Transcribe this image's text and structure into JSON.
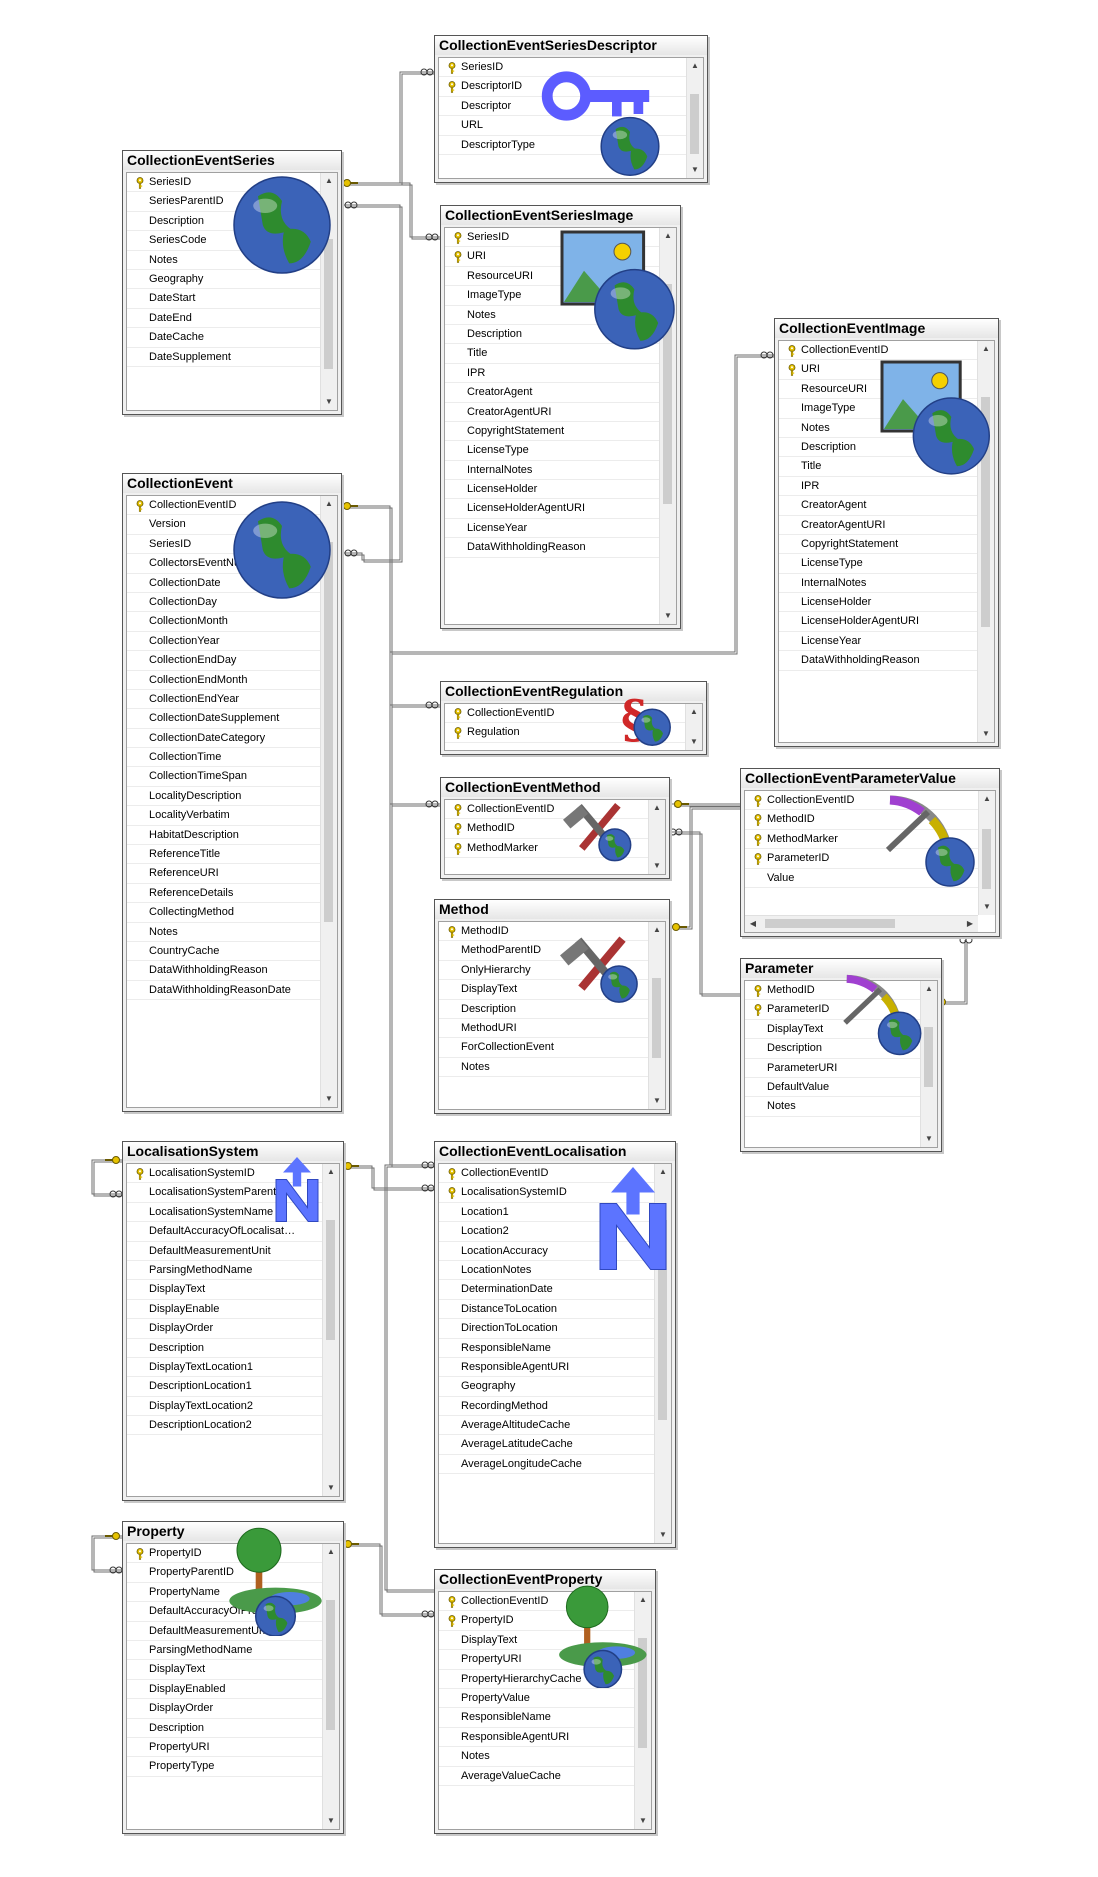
{
  "colors": {
    "key": "#e6c200",
    "globe_ocean": "#3b63b8",
    "globe_land": "#2e8b2e",
    "line": "#6e6e6e",
    "header_bg": "#e8e8e8"
  },
  "tables": [
    {
      "id": "ces",
      "title": "CollectionEventSeries",
      "icon": "globe-icon",
      "rows": [
        [
          "SeriesID",
          true
        ],
        [
          "SeriesParentID",
          false
        ],
        [
          "Description",
          false
        ],
        [
          "SeriesCode",
          false
        ],
        [
          "Notes",
          false
        ],
        [
          "Geography",
          false
        ],
        [
          "DateStart",
          false
        ],
        [
          "DateEnd",
          false
        ],
        [
          "DateCache",
          false
        ],
        [
          "DateSupplement",
          false
        ]
      ]
    },
    {
      "id": "cesd",
      "title": "CollectionEventSeriesDescriptor",
      "icon": "key-icon",
      "rows": [
        [
          "SeriesID",
          true
        ],
        [
          "DescriptorID",
          true
        ],
        [
          "Descriptor",
          false
        ],
        [
          "URL",
          false
        ],
        [
          "DescriptorType",
          false
        ]
      ]
    },
    {
      "id": "cesi",
      "title": "CollectionEventSeriesImage",
      "icon": "image-icon",
      "rows": [
        [
          "SeriesID",
          true
        ],
        [
          "URI",
          true
        ],
        [
          "ResourceURI",
          false
        ],
        [
          "ImageType",
          false
        ],
        [
          "Notes",
          false
        ],
        [
          "Description",
          false
        ],
        [
          "Title",
          false
        ],
        [
          "IPR",
          false
        ],
        [
          "CreatorAgent",
          false
        ],
        [
          "CreatorAgentURI",
          false
        ],
        [
          "CopyrightStatement",
          false
        ],
        [
          "LicenseType",
          false
        ],
        [
          "InternalNotes",
          false
        ],
        [
          "LicenseHolder",
          false
        ],
        [
          "LicenseHolderAgentURI",
          false
        ],
        [
          "LicenseYear",
          false
        ],
        [
          "DataWithholdingReason",
          false
        ]
      ]
    },
    {
      "id": "cei",
      "title": "CollectionEventImage",
      "icon": "image-icon",
      "rows": [
        [
          "CollectionEventID",
          true
        ],
        [
          "URI",
          true
        ],
        [
          "ResourceURI",
          false
        ],
        [
          "ImageType",
          false
        ],
        [
          "Notes",
          false
        ],
        [
          "Description",
          false
        ],
        [
          "Title",
          false
        ],
        [
          "IPR",
          false
        ],
        [
          "CreatorAgent",
          false
        ],
        [
          "CreatorAgentURI",
          false
        ],
        [
          "CopyrightStatement",
          false
        ],
        [
          "LicenseType",
          false
        ],
        [
          "InternalNotes",
          false
        ],
        [
          "LicenseHolder",
          false
        ],
        [
          "LicenseHolderAgentURI",
          false
        ],
        [
          "LicenseYear",
          false
        ],
        [
          "DataWithholdingReason",
          false
        ]
      ]
    },
    {
      "id": "ce",
      "title": "CollectionEvent",
      "icon": "globe-icon",
      "rows": [
        [
          "CollectionEventID",
          true
        ],
        [
          "Version",
          false
        ],
        [
          "SeriesID",
          false
        ],
        [
          "CollectorsEventNumber",
          false
        ],
        [
          "CollectionDate",
          false
        ],
        [
          "CollectionDay",
          false
        ],
        [
          "CollectionMonth",
          false
        ],
        [
          "CollectionYear",
          false
        ],
        [
          "CollectionEndDay",
          false
        ],
        [
          "CollectionEndMonth",
          false
        ],
        [
          "CollectionEndYear",
          false
        ],
        [
          "CollectionDateSupplement",
          false
        ],
        [
          "CollectionDateCategory",
          false
        ],
        [
          "CollectionTime",
          false
        ],
        [
          "CollectionTimeSpan",
          false
        ],
        [
          "LocalityDescription",
          false
        ],
        [
          "LocalityVerbatim",
          false
        ],
        [
          "HabitatDescription",
          false
        ],
        [
          "ReferenceTitle",
          false
        ],
        [
          "ReferenceURI",
          false
        ],
        [
          "ReferenceDetails",
          false
        ],
        [
          "CollectingMethod",
          false
        ],
        [
          "Notes",
          false
        ],
        [
          "CountryCache",
          false
        ],
        [
          "DataWithholdingReason",
          false
        ],
        [
          "DataWithholdingReasonDate",
          false
        ]
      ]
    },
    {
      "id": "cer",
      "title": "CollectionEventRegulation",
      "icon": "paragraph-icon",
      "rows": [
        [
          "CollectionEventID",
          true
        ],
        [
          "Regulation",
          true
        ]
      ]
    },
    {
      "id": "cem",
      "title": "CollectionEventMethod",
      "icon": "tools-icon",
      "rows": [
        [
          "CollectionEventID",
          true
        ],
        [
          "MethodID",
          true
        ],
        [
          "MethodMarker",
          true
        ]
      ]
    },
    {
      "id": "cepv",
      "title": "CollectionEventParameterValue",
      "icon": "gauge-icon",
      "rows": [
        [
          "CollectionEventID",
          true
        ],
        [
          "MethodID",
          true
        ],
        [
          "MethodMarker",
          true
        ],
        [
          "ParameterID",
          true
        ],
        [
          "Value",
          false
        ]
      ]
    },
    {
      "id": "method",
      "title": "Method",
      "icon": "tools-icon",
      "rows": [
        [
          "MethodID",
          true
        ],
        [
          "MethodParentID",
          false
        ],
        [
          "OnlyHierarchy",
          false
        ],
        [
          "DisplayText",
          false
        ],
        [
          "Description",
          false
        ],
        [
          "MethodURI",
          false
        ],
        [
          "ForCollectionEvent",
          false
        ],
        [
          "Notes",
          false
        ]
      ]
    },
    {
      "id": "param",
      "title": "Parameter",
      "icon": "gauge-icon",
      "rows": [
        [
          "MethodID",
          true
        ],
        [
          "ParameterID",
          true
        ],
        [
          "DisplayText",
          false
        ],
        [
          "Description",
          false
        ],
        [
          "ParameterURI",
          false
        ],
        [
          "DefaultValue",
          false
        ],
        [
          "Notes",
          false
        ]
      ]
    },
    {
      "id": "ls",
      "title": "LocalisationSystem",
      "icon": "north-icon",
      "rows": [
        [
          "LocalisationSystemID",
          true
        ],
        [
          "LocalisationSystemParentID",
          false
        ],
        [
          "LocalisationSystemName",
          false
        ],
        [
          "DefaultAccuracyOfLocalisat…",
          false
        ],
        [
          "DefaultMeasurementUnit",
          false
        ],
        [
          "ParsingMethodName",
          false
        ],
        [
          "DisplayText",
          false
        ],
        [
          "DisplayEnable",
          false
        ],
        [
          "DisplayOrder",
          false
        ],
        [
          "Description",
          false
        ],
        [
          "DisplayTextLocation1",
          false
        ],
        [
          "DescriptionLocation1",
          false
        ],
        [
          "DisplayTextLocation2",
          false
        ],
        [
          "DescriptionLocation2",
          false
        ]
      ]
    },
    {
      "id": "cel",
      "title": "CollectionEventLocalisation",
      "icon": "north-icon",
      "rows": [
        [
          "CollectionEventID",
          true
        ],
        [
          "LocalisationSystemID",
          true
        ],
        [
          "Location1",
          false
        ],
        [
          "Location2",
          false
        ],
        [
          "LocationAccuracy",
          false
        ],
        [
          "LocationNotes",
          false
        ],
        [
          "DeterminationDate",
          false
        ],
        [
          "DistanceToLocation",
          false
        ],
        [
          "DirectionToLocation",
          false
        ],
        [
          "ResponsibleName",
          false
        ],
        [
          "ResponsibleAgentURI",
          false
        ],
        [
          "Geography",
          false
        ],
        [
          "RecordingMethod",
          false
        ],
        [
          "AverageAltitudeCache",
          false
        ],
        [
          "AverageLatitudeCache",
          false
        ],
        [
          "AverageLongitudeCache",
          false
        ]
      ]
    },
    {
      "id": "prop",
      "title": "Property",
      "icon": "tree-icon",
      "rows": [
        [
          "PropertyID",
          true
        ],
        [
          "PropertyParentID",
          false
        ],
        [
          "PropertyName",
          false
        ],
        [
          "DefaultAccuracyOfProperty",
          false
        ],
        [
          "DefaultMeasurementUnit",
          false
        ],
        [
          "ParsingMethodName",
          false
        ],
        [
          "DisplayText",
          false
        ],
        [
          "DisplayEnabled",
          false
        ],
        [
          "DisplayOrder",
          false
        ],
        [
          "Description",
          false
        ],
        [
          "PropertyURI",
          false
        ],
        [
          "PropertyType",
          false
        ]
      ]
    },
    {
      "id": "cep",
      "title": "CollectionEventProperty",
      "icon": "tree-icon",
      "rows": [
        [
          "CollectionEventID",
          true
        ],
        [
          "PropertyID",
          true
        ],
        [
          "DisplayText",
          false
        ],
        [
          "PropertyURI",
          false
        ],
        [
          "PropertyHierarchyCache",
          false
        ],
        [
          "PropertyValue",
          false
        ],
        [
          "ResponsibleName",
          false
        ],
        [
          "ResponsibleAgentURI",
          false
        ],
        [
          "Notes",
          false
        ],
        [
          "AverageValueCache",
          false
        ]
      ]
    }
  ]
}
